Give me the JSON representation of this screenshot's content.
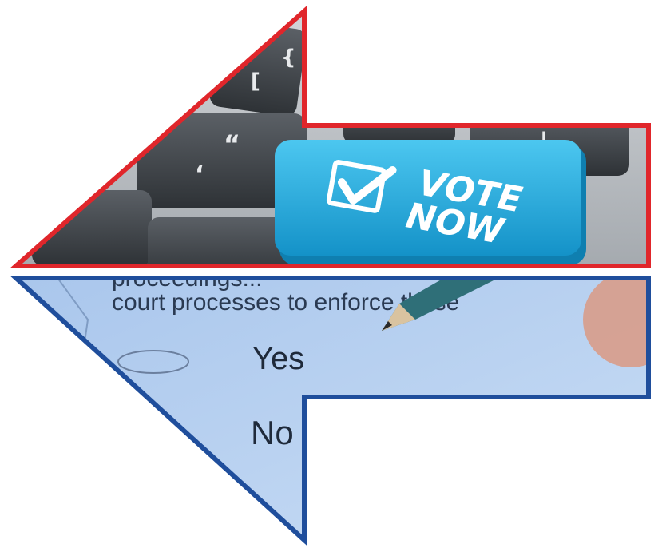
{
  "top_arrow": {
    "button_line1": "VOTE",
    "button_line2": "NOW",
    "key_glyph_quote": "“",
    "key_glyph_comma": "‘",
    "key_glyph_brace": "{",
    "key_glyph_bracket": "[",
    "key_glyph_pipe": "|",
    "colors": {
      "outline": "#e0262b",
      "button": "#1aa6dc",
      "key": "#3d4247",
      "deck": "#b9bdc2"
    }
  },
  "bottom_arrow": {
    "text_line1": "proceedings...",
    "text_line2": "court processes to enforce these",
    "option_yes": "Yes",
    "option_no": "No",
    "colors": {
      "outline": "#1f4e9c",
      "paper": "#b9d3f2"
    }
  }
}
